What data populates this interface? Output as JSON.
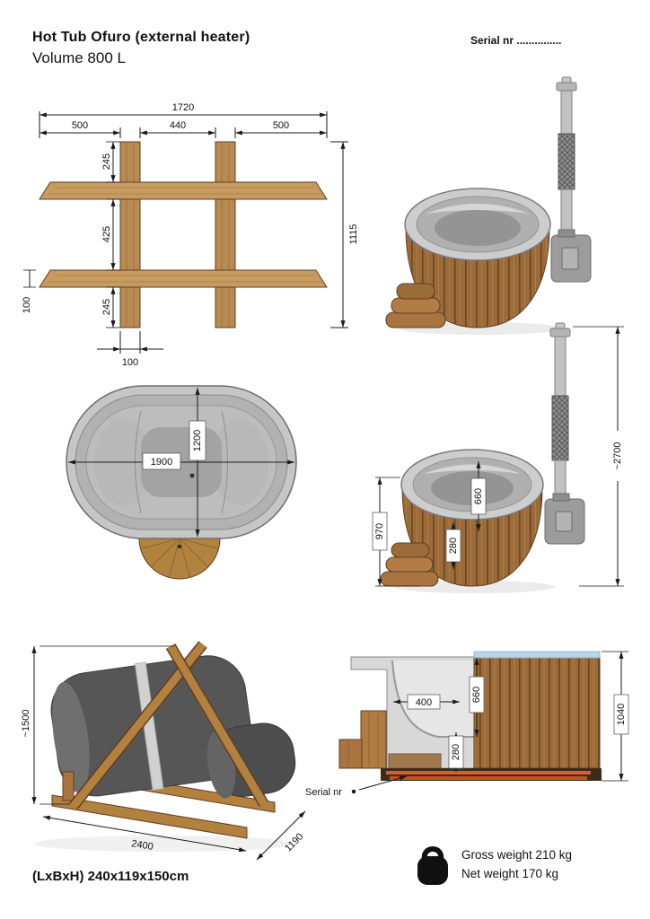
{
  "header": {
    "title": "Hot Tub Ofuro (external heater)",
    "subtitle": "Volume 800 L",
    "serial": "Serial nr ..............."
  },
  "frame_view": {
    "total_width": "1720",
    "seg_left": "500",
    "seg_mid": "440",
    "seg_right": "500",
    "v_top": "245",
    "v_mid": "425",
    "v_bottom": "245",
    "total_height": "1115",
    "post_width": "100",
    "plank_thickness": "100"
  },
  "top_view": {
    "length": "1900",
    "width": "1200"
  },
  "side_view": {
    "chimney_height": "~2700",
    "tub_height": "970",
    "inner_depth": "660",
    "seat_height": "280"
  },
  "package_view": {
    "height": "~1500",
    "length": "2400",
    "width": "1190",
    "caption": "(LxBxH) 240x119x150cm"
  },
  "section_view": {
    "opening_width": "400",
    "inner_depth": "660",
    "seat_height": "280",
    "total_height": "1040",
    "serial_label": "Serial nr"
  },
  "weights": {
    "unit": "kg",
    "gross": "Gross weight 210 kg",
    "net": "Net weight 170 kg"
  },
  "colors": {
    "wood": "#a9743f",
    "liner_grey": "#c9c9c9",
    "accent_orange": "#d95f2b",
    "rim_blue": "#b9d4e6"
  }
}
